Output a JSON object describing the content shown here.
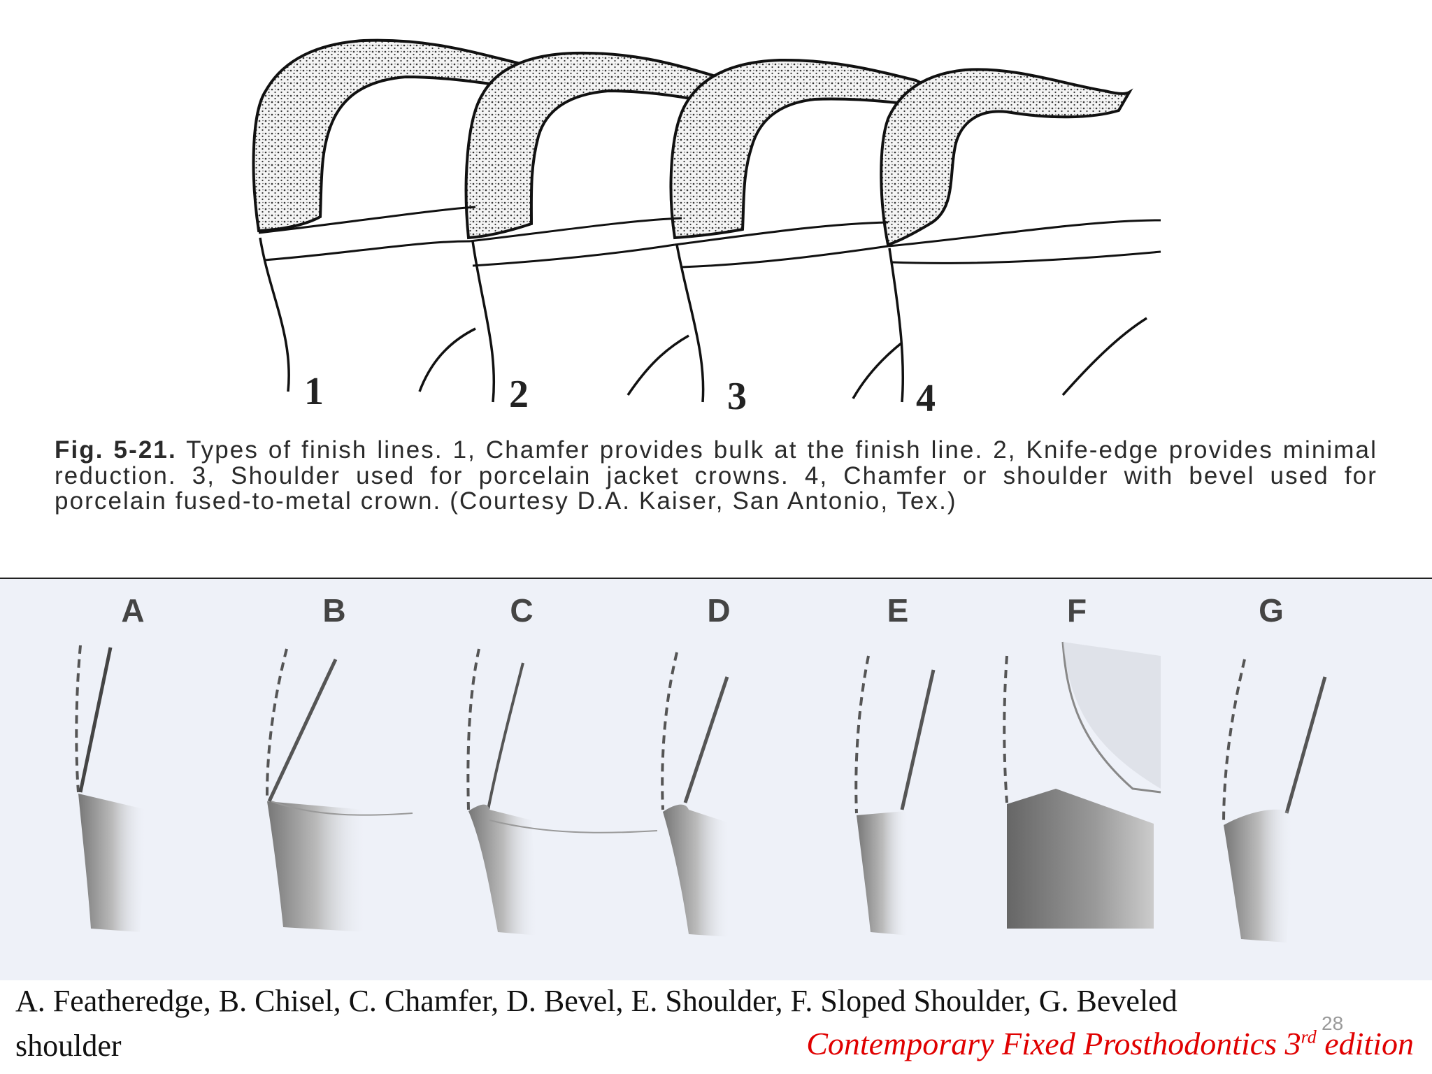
{
  "top_figure": {
    "tooth_numbers": [
      "1",
      "2",
      "3",
      "4"
    ],
    "caption_label": "Fig. 5-21.",
    "caption_text": " Types of finish lines. 1, Chamfer provides bulk at the finish line. 2, Knife-edge provides minimal reduction. 3, Shoulder used for porcelain jacket crowns. 4, Chamfer or shoulder with bevel used for porcelain fused-to-metal crown. (Courtesy D.A. Kaiser, San Antonio, Tex.)"
  },
  "bottom_figure": {
    "labels": [
      "A",
      "B",
      "C",
      "D",
      "E",
      "F",
      "G"
    ]
  },
  "footer": {
    "legend_line1": "A. Featheredge, B. Chisel,  C. Chamfer, D. Bevel, E. Shoulder, F. Sloped Shoulder, G. Beveled",
    "legend_line2": "shoulder",
    "citation_main": "Contemporary Fixed Prosthodontics 3",
    "citation_sup": "rd",
    "citation_end": " edition",
    "slide_number": "28"
  },
  "colors": {
    "citation": "#e00000",
    "bottom_background": "#eef1f8"
  }
}
